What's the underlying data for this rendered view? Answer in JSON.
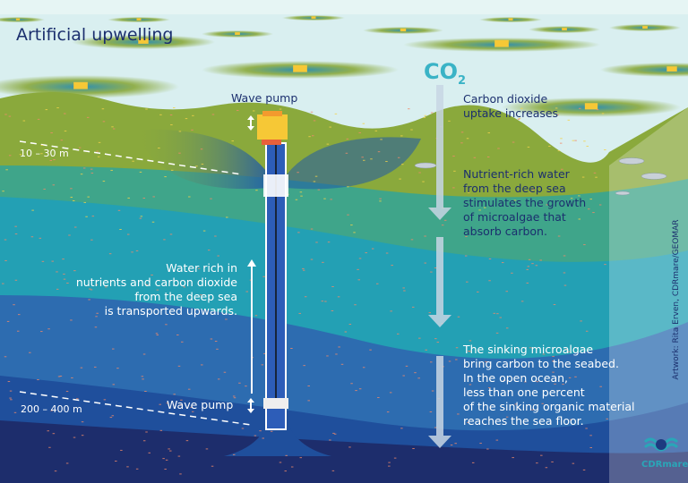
{
  "title": "Artificial upwelling",
  "labels": {
    "wave_pump_top": "Wave pump",
    "wave_pump_bottom": "Wave pump",
    "depth_shallow": "10 – 30 m",
    "depth_deep": "200 – 400 m",
    "co2": "CO",
    "co2_sub": "2",
    "carbon_uptake": "Carbon dioxide\nuptake increases",
    "nutrient_rich": "Nutrient-rich water\nfrom the deep sea\nstimulates the growth\nof microalgae that\nabsorb carbon.",
    "water_rich": "Water rich in\nnutrients and carbon dioxide\nfrom the deep sea\nis transported upwards.",
    "sinking": "The sinking microalgae\nbring carbon to the seabed.\nIn the open ocean,\nless than one percent\nof the sinking organic material\nreaches the sea floor."
  },
  "credit": "Artwork: Rita Erven, CDRmare/GEOMAR",
  "logo": "CDRmare",
  "colors": {
    "sky": "#d9eff0",
    "surface_green": "#8aa93c",
    "teal_green": "#3fa58a",
    "teal": "#23a0b4",
    "blue": "#2d6cb0",
    "deep_blue": "#1f4f9c",
    "navy": "#1d2d6c",
    "buoy": "#f6c836",
    "co2_arrow": "#c7d6e4"
  }
}
